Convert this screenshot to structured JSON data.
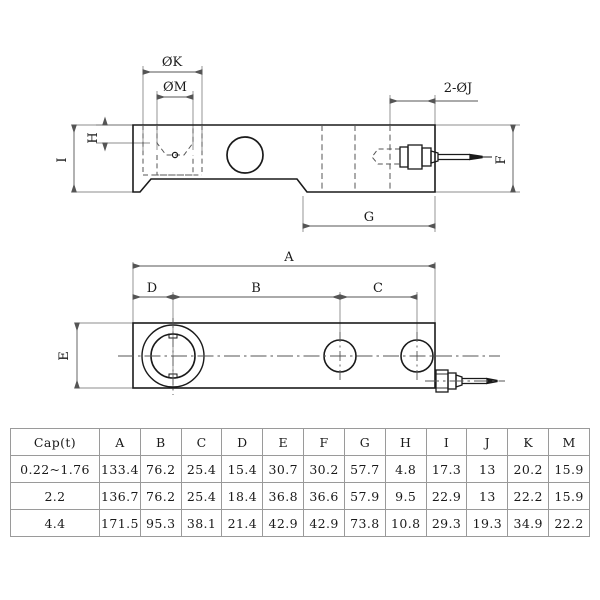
{
  "drawing": {
    "title": "load-cell-dimension-drawing",
    "line_color": "#1a1a1a",
    "dim_color": "#555555",
    "side_view": {
      "labels": {
        "phi_k": "ØK",
        "phi_m": "ØM",
        "h": "H",
        "i": "I",
        "two_phi_j": "2-ØJ",
        "f": "F",
        "g": "G"
      }
    },
    "plan_view": {
      "labels": {
        "a": "A",
        "b": "B",
        "c": "C",
        "d": "D",
        "e": "E"
      }
    }
  },
  "table": {
    "headers": [
      "Cap(t)",
      "A",
      "B",
      "C",
      "D",
      "E",
      "F",
      "G",
      "H",
      "I",
      "J",
      "K",
      "M"
    ],
    "rows": [
      [
        "0.22~1.76",
        "133.4",
        "76.2",
        "25.4",
        "15.4",
        "30.7",
        "30.2",
        "57.7",
        "4.8",
        "17.3",
        "13",
        "20.2",
        "15.9"
      ],
      [
        "2.2",
        "136.7",
        "76.2",
        "25.4",
        "18.4",
        "36.8",
        "36.6",
        "57.9",
        "9.5",
        "22.9",
        "13",
        "22.2",
        "15.9"
      ],
      [
        "4.4",
        "171.5",
        "95.3",
        "38.1",
        "21.4",
        "42.9",
        "42.9",
        "73.8",
        "10.8",
        "29.3",
        "19.3",
        "34.9",
        "22.2"
      ]
    ]
  }
}
